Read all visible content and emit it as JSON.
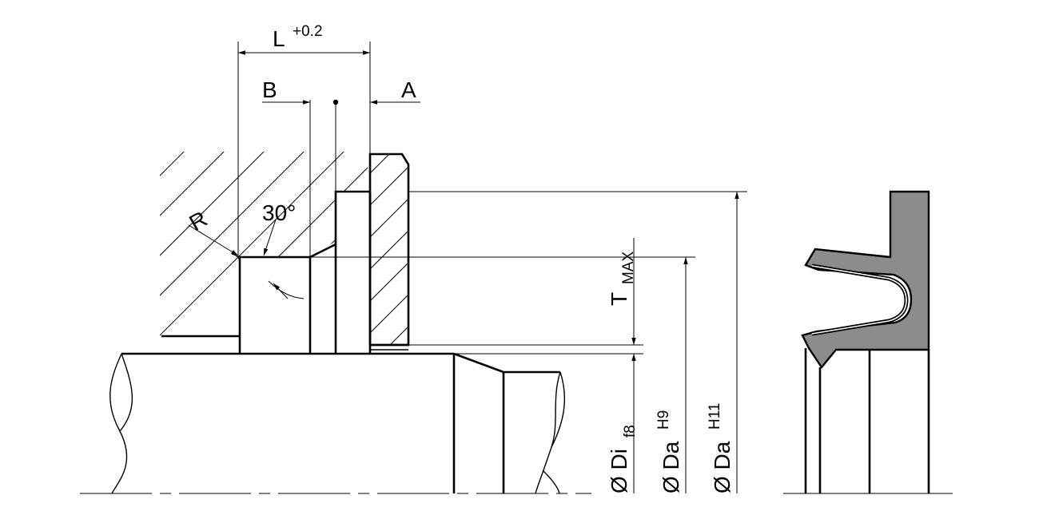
{
  "labels": {
    "L": "L",
    "L_tolerance": "+0.2",
    "B": "B",
    "A": "A",
    "R": "R",
    "angle": "30°",
    "T": "T",
    "T_sub": "MAX",
    "Di_symbol": "Ø Di",
    "Di_sub": "f8",
    "Da9_symbol": "Ø Da",
    "Da9_sup": "H9",
    "Da11_symbol": "Ø Da",
    "Da11_sup": "H11"
  },
  "colors": {
    "line": "#000000",
    "background": "#ffffff",
    "seal_fill": "#8c8c8c"
  }
}
